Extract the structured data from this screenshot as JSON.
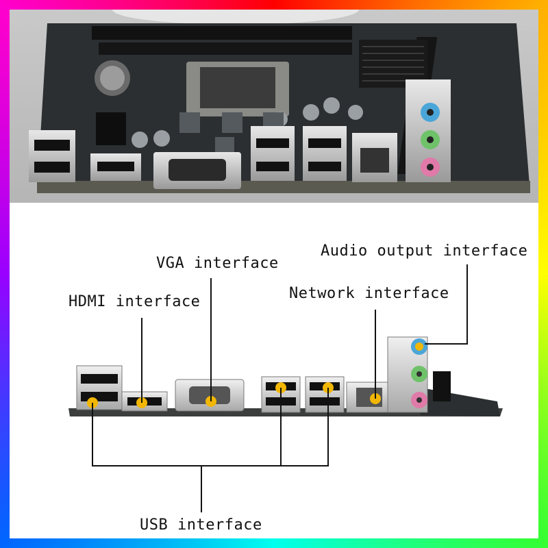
{
  "labels": {
    "audio": "Audio output interface",
    "vga": "VGA interface",
    "network": "Network interface",
    "hdmi": "HDMI interface",
    "usb": "USB interface"
  },
  "colors": {
    "frame": "rainbow",
    "pcb": "#2b2f31",
    "marker": "#f2b705",
    "audio_blue": "#4aa6d8",
    "audio_green": "#6fc26a",
    "audio_pink": "#e07aa8"
  }
}
